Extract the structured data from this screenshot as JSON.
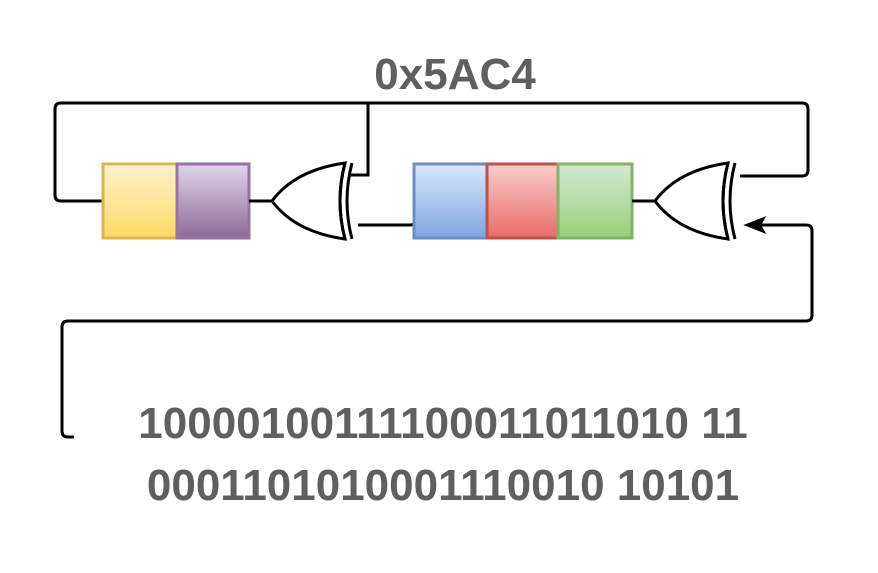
{
  "labels": {
    "state": "0x5AC4",
    "bits_line1": "10000100111100011011010 11",
    "bits_line2": "0001101010001110010 10101"
  },
  "registers": [
    {
      "name": "reg-a-cell-1",
      "fill_top": "#fff2cc",
      "fill_bottom": "#ffd966",
      "stroke": "#d6b656"
    },
    {
      "name": "reg-a-cell-2",
      "fill_top": "#e1d5e7",
      "fill_bottom": "#8c6c9a",
      "stroke": "#9673a6"
    },
    {
      "name": "reg-b-cell-1",
      "fill_top": "#dae8fc",
      "fill_bottom": "#7ea6e0",
      "stroke": "#6c8ebf"
    },
    {
      "name": "reg-b-cell-2",
      "fill_top": "#f8cecc",
      "fill_bottom": "#ea6b66",
      "stroke": "#b85450"
    },
    {
      "name": "reg-b-cell-3",
      "fill_top": "#d5e8d4",
      "fill_bottom": "#97d077",
      "stroke": "#82b366"
    }
  ],
  "colors": {
    "wire": "#000000",
    "text": "#5f5f5f"
  }
}
